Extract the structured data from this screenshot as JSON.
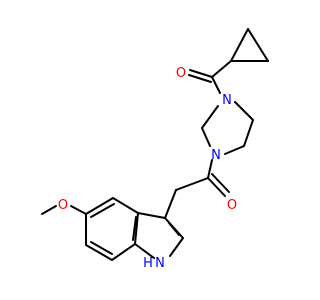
{
  "molecule": {
    "atom_labels": {
      "carbonyl_oxygen_top": "O",
      "ring_nitrogen_top": "N",
      "ring_nitrogen_bottom": "N",
      "carbonyl_oxygen_bottom": "O",
      "methoxy_oxygen": "O",
      "indole_nitrogen": "N",
      "indole_hydrogen": "H"
    },
    "colors": {
      "bond": "#000000",
      "oxygen": "#ff0000",
      "nitrogen": "#0000ff"
    }
  }
}
